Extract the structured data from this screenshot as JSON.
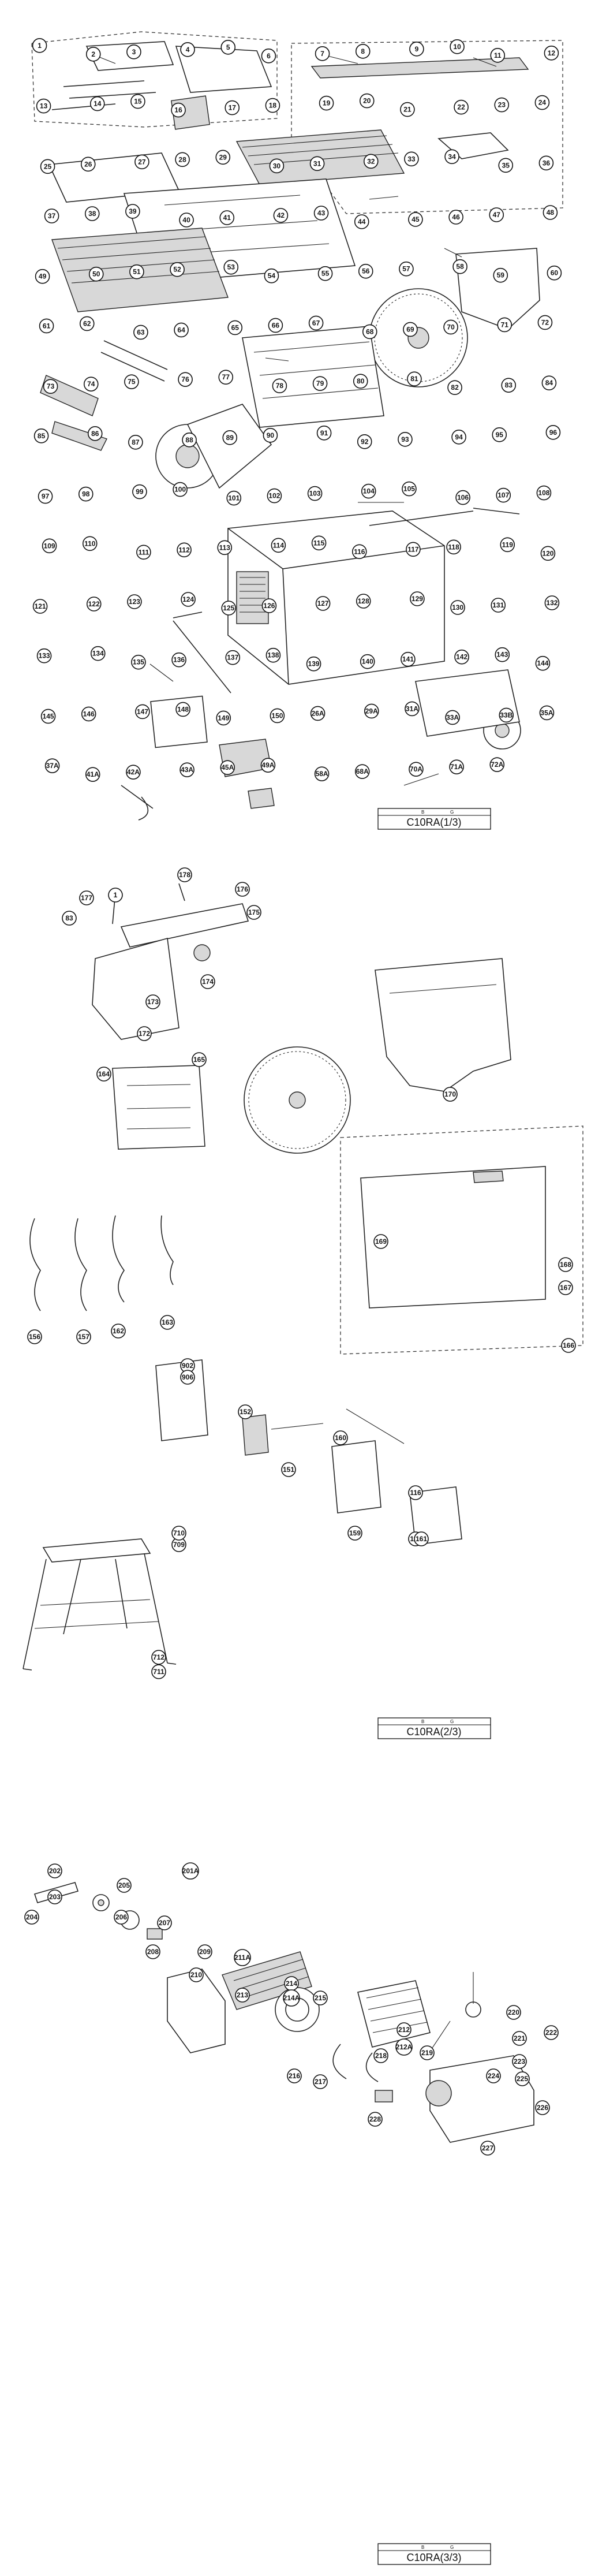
{
  "sheets": [
    {
      "title": "C10RA(1/3)",
      "mark_left": "B",
      "mark_right": "G",
      "callouts": [
        "1",
        "2",
        "3",
        "4",
        "5",
        "6",
        "7",
        "8",
        "9",
        "10",
        "11",
        "12",
        "13",
        "14",
        "15",
        "16",
        "17",
        "18",
        "19",
        "20",
        "21",
        "22",
        "23",
        "24",
        "25",
        "26",
        "27",
        "28",
        "29",
        "30",
        "31",
        "32",
        "33",
        "34",
        "35",
        "36",
        "37",
        "38",
        "39",
        "40",
        "41",
        "42",
        "43",
        "44",
        "45",
        "46",
        "47",
        "48",
        "49",
        "50",
        "51",
        "52",
        "53",
        "54",
        "55",
        "56",
        "57",
        "58",
        "59",
        "60",
        "61",
        "62",
        "63",
        "64",
        "65",
        "66",
        "67",
        "68",
        "69",
        "70",
        "71",
        "72",
        "73",
        "74",
        "75",
        "76",
        "77",
        "78",
        "79",
        "80",
        "81",
        "82",
        "83",
        "84",
        "85",
        "86",
        "87",
        "88",
        "89",
        "90",
        "91",
        "92",
        "93",
        "94",
        "95",
        "96",
        "97",
        "98",
        "99",
        "100",
        "101",
        "102",
        "103",
        "104",
        "105",
        "106",
        "107",
        "108",
        "109",
        "110",
        "111",
        "112",
        "113",
        "114",
        "115",
        "116",
        "117",
        "118",
        "119",
        "120",
        "121",
        "122",
        "123",
        "124",
        "125",
        "126",
        "127",
        "128",
        "129",
        "130",
        "131",
        "132",
        "133",
        "134",
        "135",
        "136",
        "137",
        "138",
        "139",
        "140",
        "141",
        "142",
        "143",
        "144",
        "145",
        "146",
        "147",
        "148",
        "149",
        "150",
        "26A",
        "29A",
        "31A",
        "33A",
        "33B",
        "35A",
        "37A",
        "41A",
        "42A",
        "43A",
        "45A",
        "49A",
        "58A",
        "68A",
        "70A",
        "71A",
        "72A"
      ]
    },
    {
      "title": "C10RA(2/3)",
      "mark_left": "B",
      "mark_right": "G",
      "callouts": [
        "1",
        "83",
        "115",
        "116",
        "151",
        "152",
        "156",
        "157",
        "159",
        "160",
        "161",
        "162",
        "163",
        "164",
        "165",
        "166",
        "167",
        "168",
        "169",
        "170",
        "172",
        "173",
        "174",
        "175",
        "176",
        "177",
        "178",
        "709",
        "710",
        "711",
        "712",
        "902",
        "906"
      ]
    },
    {
      "title": "C10RA(3/3)",
      "mark_left": "B",
      "mark_right": "G",
      "callouts": [
        "202",
        "203",
        "204",
        "205",
        "206",
        "207",
        "208",
        "209",
        "210",
        "211A",
        "212",
        "213",
        "214",
        "215",
        "216",
        "217",
        "218",
        "219",
        "220",
        "221",
        "222",
        "223",
        "224",
        "225",
        "226",
        "227",
        "228",
        "201A",
        "212A",
        "214A"
      ]
    }
  ]
}
